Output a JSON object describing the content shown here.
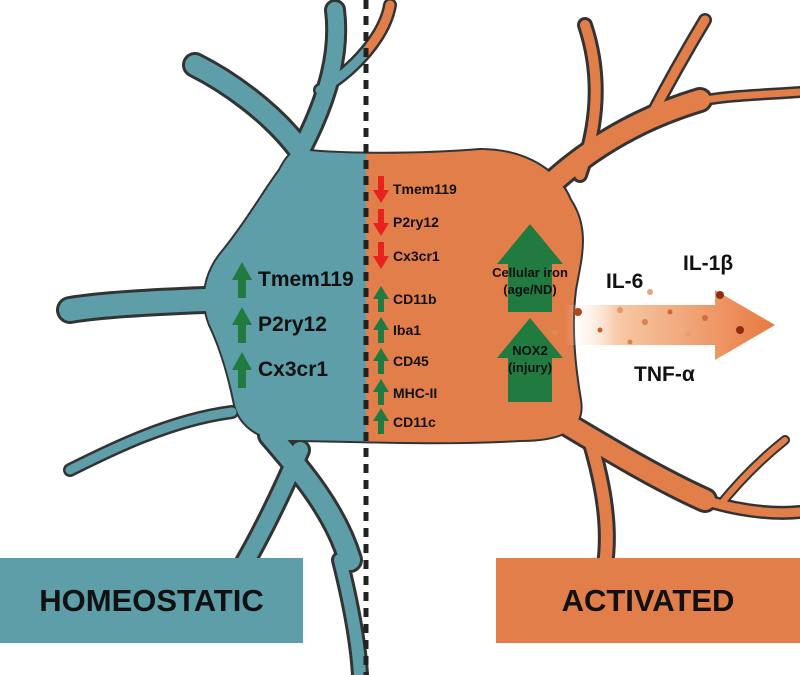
{
  "homeostatic": {
    "label": "HOMEOSTATIC",
    "color": "#5d9ea9",
    "markers": [
      {
        "name": "Tmem119",
        "direction": "up"
      },
      {
        "name": "P2ry12",
        "direction": "up"
      },
      {
        "name": "Cx3cr1",
        "direction": "up"
      }
    ]
  },
  "activated": {
    "label": "ACTIVATED",
    "color": "#e27e4a",
    "markers": [
      {
        "name": "Tmem119",
        "direction": "down"
      },
      {
        "name": "P2ry12",
        "direction": "down"
      },
      {
        "name": "Cx3cr1",
        "direction": "down"
      },
      {
        "name": "CD11b",
        "direction": "up"
      },
      {
        "name": "Iba1",
        "direction": "up"
      },
      {
        "name": "CD45",
        "direction": "up"
      },
      {
        "name": "MHC-II",
        "direction": "up"
      },
      {
        "name": "CD11c",
        "direction": "up"
      }
    ],
    "big_arrows": [
      {
        "line1": "Cellular iron",
        "line2": "(age/ND)"
      },
      {
        "line1": "NOX2",
        "line2": "(injury)"
      }
    ],
    "cytokines": {
      "il6": "IL-6",
      "il1b": "IL-1β",
      "tnf": "TNF-α"
    }
  },
  "colors": {
    "up": "#217a3f",
    "down": "#e8231e",
    "outline": "#333333",
    "divider": "#222222"
  }
}
